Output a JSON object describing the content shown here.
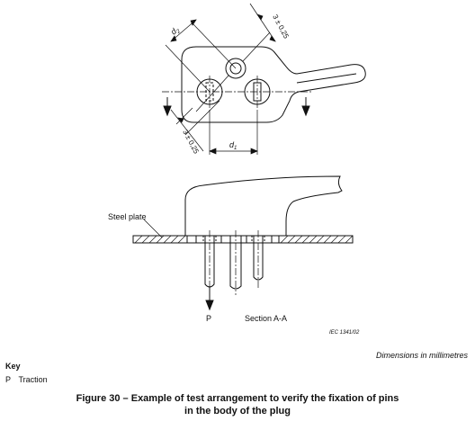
{
  "figure": {
    "dim_top": "3 ± 0,25",
    "dim_bottom": "3 ± 0,25",
    "label_d2": "d",
    "label_d2_sub": "2",
    "label_d1": "d",
    "label_d1_sub": "1",
    "steel_plate": "Steel plate",
    "label_p": "P",
    "section": "Section A-A",
    "iec_ref": "IEC  1341/02"
  },
  "dimensions_note": "Dimensions in millimetres",
  "key": {
    "title": "Key",
    "items": [
      {
        "symbol": "P",
        "text": "Traction"
      }
    ]
  },
  "caption": {
    "line1": "Figure 30 – Example of test arrangement to verify the fixation of pins",
    "line2": "in the body of the plug"
  }
}
